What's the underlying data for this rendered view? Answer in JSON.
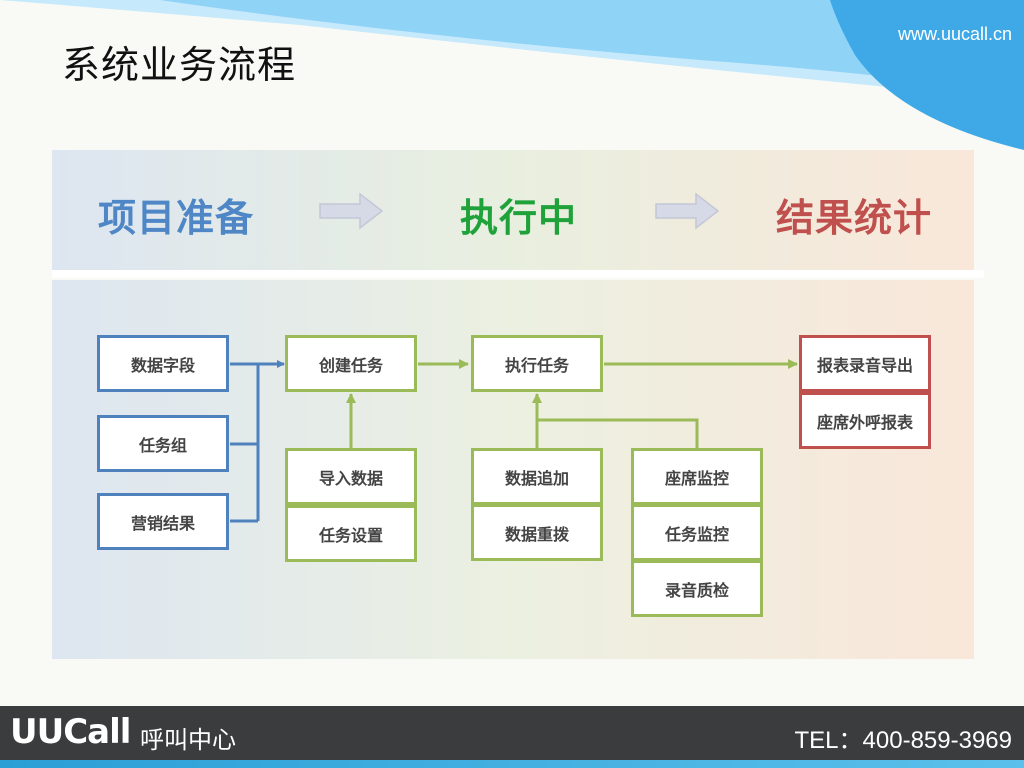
{
  "header": {
    "title": "系统业务流程",
    "url": "www.uucall.cn"
  },
  "phases": {
    "prepare": "项目准备",
    "execute": "执行中",
    "result": "结果统计"
  },
  "flow": {
    "prepare": {
      "field": "数据字段",
      "group": "任务组",
      "marketing": "营销结果"
    },
    "create": {
      "main": "创建任务",
      "import": "导入数据",
      "settings": "任务设置"
    },
    "execute": {
      "main": "执行任务",
      "append": "数据追加",
      "redial": "数据重拨"
    },
    "monitor": {
      "seat": "座席监控",
      "task": "任务监控",
      "qc": "录音质检"
    },
    "report": {
      "export": "报表录音导出",
      "seat_call": "座席外呼报表"
    }
  },
  "footer": {
    "brand": "UUCall",
    "brand_sub": "呼叫中心",
    "tel": "TEL：400-859-3969"
  },
  "colors": {
    "prepare": "#4f86c6",
    "execute": "#1fa23a",
    "result": "#c0504d",
    "blue_connector": "#4f81bd",
    "green_connector": "#9bbb59"
  }
}
